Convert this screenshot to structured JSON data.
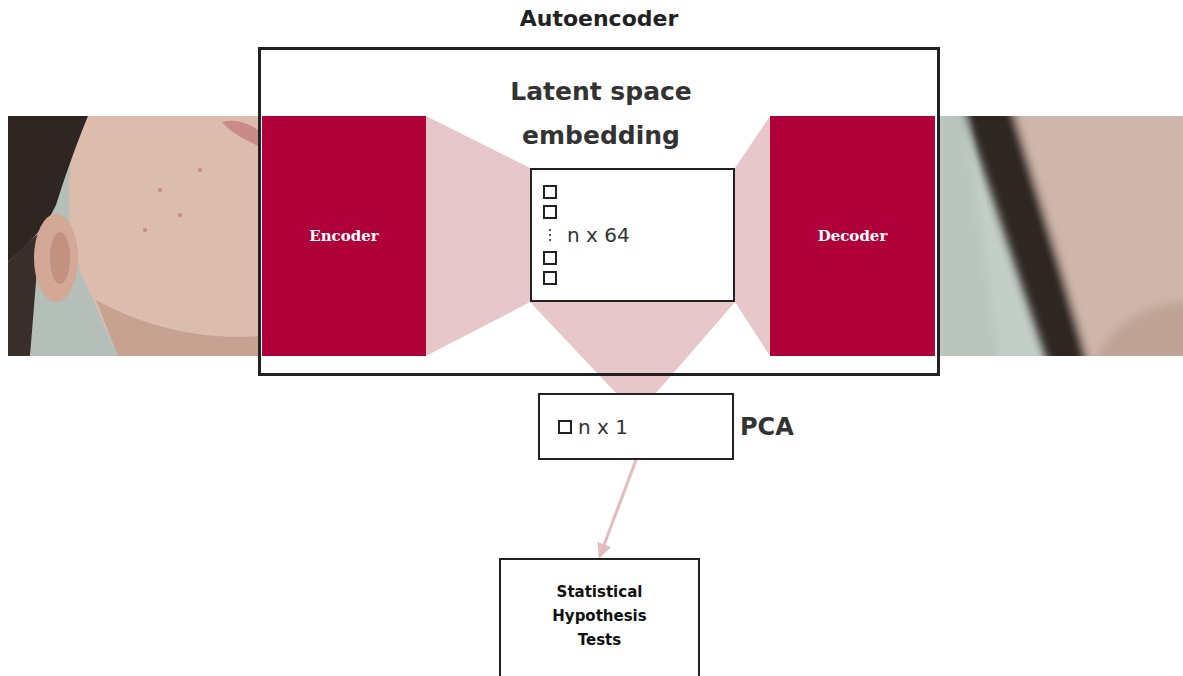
{
  "diagram": {
    "nodes": [
      {
        "text": [
          "Autoencoder"
        ]
      },
      {
        "text": [
          "Encoder"
        ],
        "in": 0
      },
      {
        "text": [
          "Latent space embedding",
          "n x 64"
        ],
        "in": 0
      },
      {
        "text": [
          "Decoder"
        ],
        "in": 0
      },
      {
        "text": [
          "n x 1",
          "PCA"
        ]
      },
      {
        "text": [
          "Statistical Hypothesis Tests"
        ]
      }
    ],
    "edges": [
      {
        "from": 1,
        "to": 2,
        "arrow": "none"
      },
      {
        "from": 2,
        "to": 3,
        "arrow": "none"
      },
      {
        "from": 2,
        "to": 4,
        "arrow": "none"
      },
      {
        "from": 4,
        "to": 5,
        "arrow": "to"
      }
    ]
  }
}
